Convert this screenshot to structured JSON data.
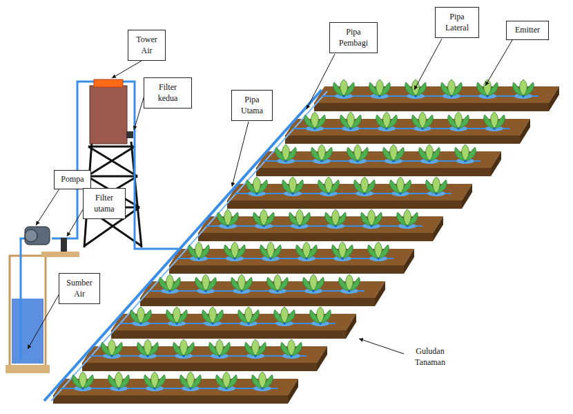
{
  "diagram": {
    "nodes": [
      {
        "text": [
          "Tower Air"
        ]
      },
      {
        "text": [
          "Filter kedua"
        ]
      },
      {
        "text": [
          "Pipa Pembagi"
        ]
      },
      {
        "text": [
          "Pipa Lateral"
        ]
      },
      {
        "text": [
          "Emitter"
        ]
      },
      {
        "text": [
          "Pipa Utama"
        ]
      },
      {
        "text": [
          "Pompa"
        ]
      },
      {
        "text": [
          "Filter utama"
        ]
      },
      {
        "text": [
          "Sumber Air"
        ]
      }
    ],
    "labels": [
      "Guludan Tanaman"
    ]
  }
}
